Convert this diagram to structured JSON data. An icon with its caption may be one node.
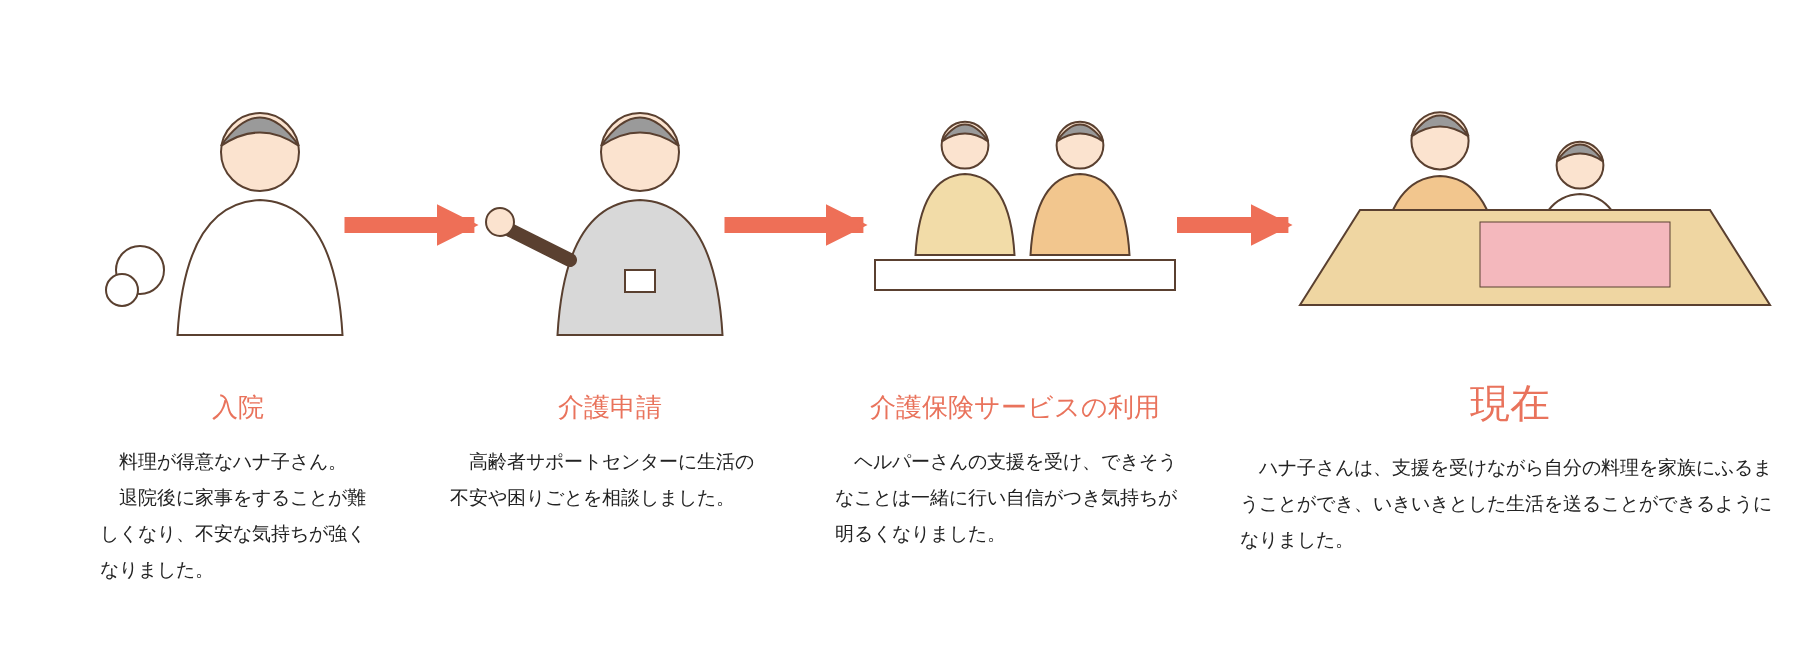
{
  "diagram": {
    "nodes": [
      {
        "text": [
          "入院",
          "料理が得意なハナ子さん。",
          "退院後に家事をすることが難しくなり、不安な気持ちが強くなりました。"
        ]
      },
      {
        "text": [
          "介護申請",
          "高齢者サポートセンターに生活の不安や困りごとを相談しました。"
        ]
      },
      {
        "text": [
          "介護保険サービスの利用",
          "ヘルパーさんの支援を受け、できそうなことは一緒に行い自信がつき気持ちが明るくなりました。"
        ]
      },
      {
        "text": [
          "現在",
          "ハナ子さんは、支援を受けながら自分の料理を家族にふるまうことができ、いきいきとした生活を送ることができるようになりました。"
        ]
      }
    ],
    "edges": [
      {
        "from": 0,
        "to": 1,
        "arrow": "to"
      },
      {
        "from": 1,
        "to": 2,
        "arrow": "to"
      },
      {
        "from": 2,
        "to": 3,
        "arrow": "to"
      }
    ]
  }
}
